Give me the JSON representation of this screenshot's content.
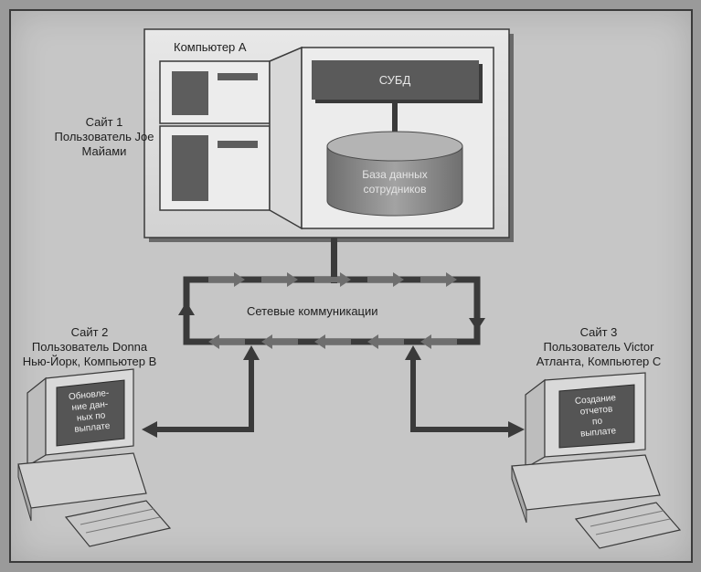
{
  "site1": {
    "lines": [
      "Сайт 1",
      "Пользователь Joe",
      "Майами"
    ]
  },
  "site2": {
    "lines": [
      "Сайт 2",
      "Пользователь Donna",
      "Нью-Йорк, Компьютер B"
    ]
  },
  "site3": {
    "lines": [
      "Сайт 3",
      "Пользователь Victor",
      "Атланта, Компьютер C"
    ]
  },
  "computer_a": {
    "title": "Компьютер А",
    "dbms_label": "СУБД",
    "database_lines": [
      "База данных",
      "сотрудников"
    ]
  },
  "network": {
    "label": "Сетевые коммуникации"
  },
  "monitor_b": {
    "screen_lines": [
      "Обновле-",
      "ние дан-",
      "ных по",
      "выплате"
    ]
  },
  "monitor_c": {
    "screen_lines": [
      "Создание",
      "отчетов",
      "по",
      "выплате"
    ]
  },
  "colors": {
    "background": "#c6c6c6",
    "panel": "#e2e2e2",
    "dark_block": "#5a5a5a",
    "line": "#3a3a3a",
    "arrow": "#6e6e6e",
    "database": "#8a8a8a"
  }
}
